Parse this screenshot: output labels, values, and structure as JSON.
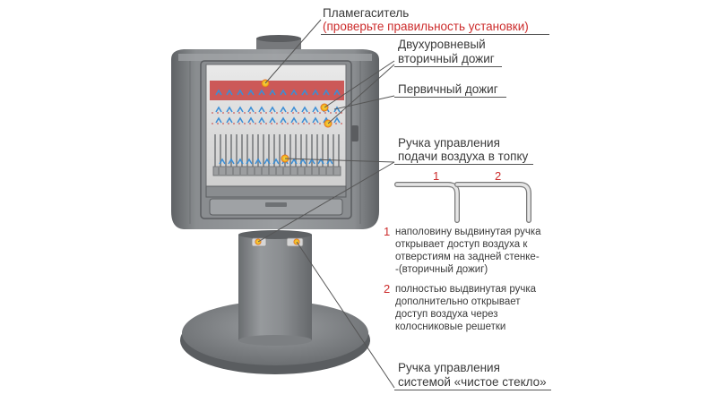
{
  "labels": {
    "flame_baffle": "Пламегаситель",
    "flame_baffle_note": "(проверьте правильность установки)",
    "secondary_burn_line1": "Двухуровневый",
    "secondary_burn_line2": "вторичный дожиг",
    "primary_burn": "Первичный дожиг",
    "air_control_line1": "Ручка управления",
    "air_control_line2": "подачи воздуха в топку",
    "clean_glass_line1": "Ручка управления",
    "clean_glass_line2": "системой «чистое стекло»"
  },
  "handle_positions": {
    "pos1": "1",
    "pos2": "2"
  },
  "notes": [
    {
      "number": "1",
      "lines": [
        "наполовину выдвинутая ручка",
        "открывает доступ воздуха к",
        "отверстиям на задней стенке-",
        "-(вторичный дожиг)"
      ]
    },
    {
      "number": "2",
      "lines": [
        "полностью выдвинутая ручка",
        "дополнительно открывает",
        "доступ воздуха через",
        "колосниковые решетки"
      ]
    }
  ],
  "colors": {
    "accent_red": "#cc2b2b",
    "marker_yellow": "#f0c020",
    "marker_orange": "#e0561c",
    "flame_red": "#c8413f",
    "air_blue": "#3a8ed6",
    "stove_grey": "#7f8285"
  }
}
